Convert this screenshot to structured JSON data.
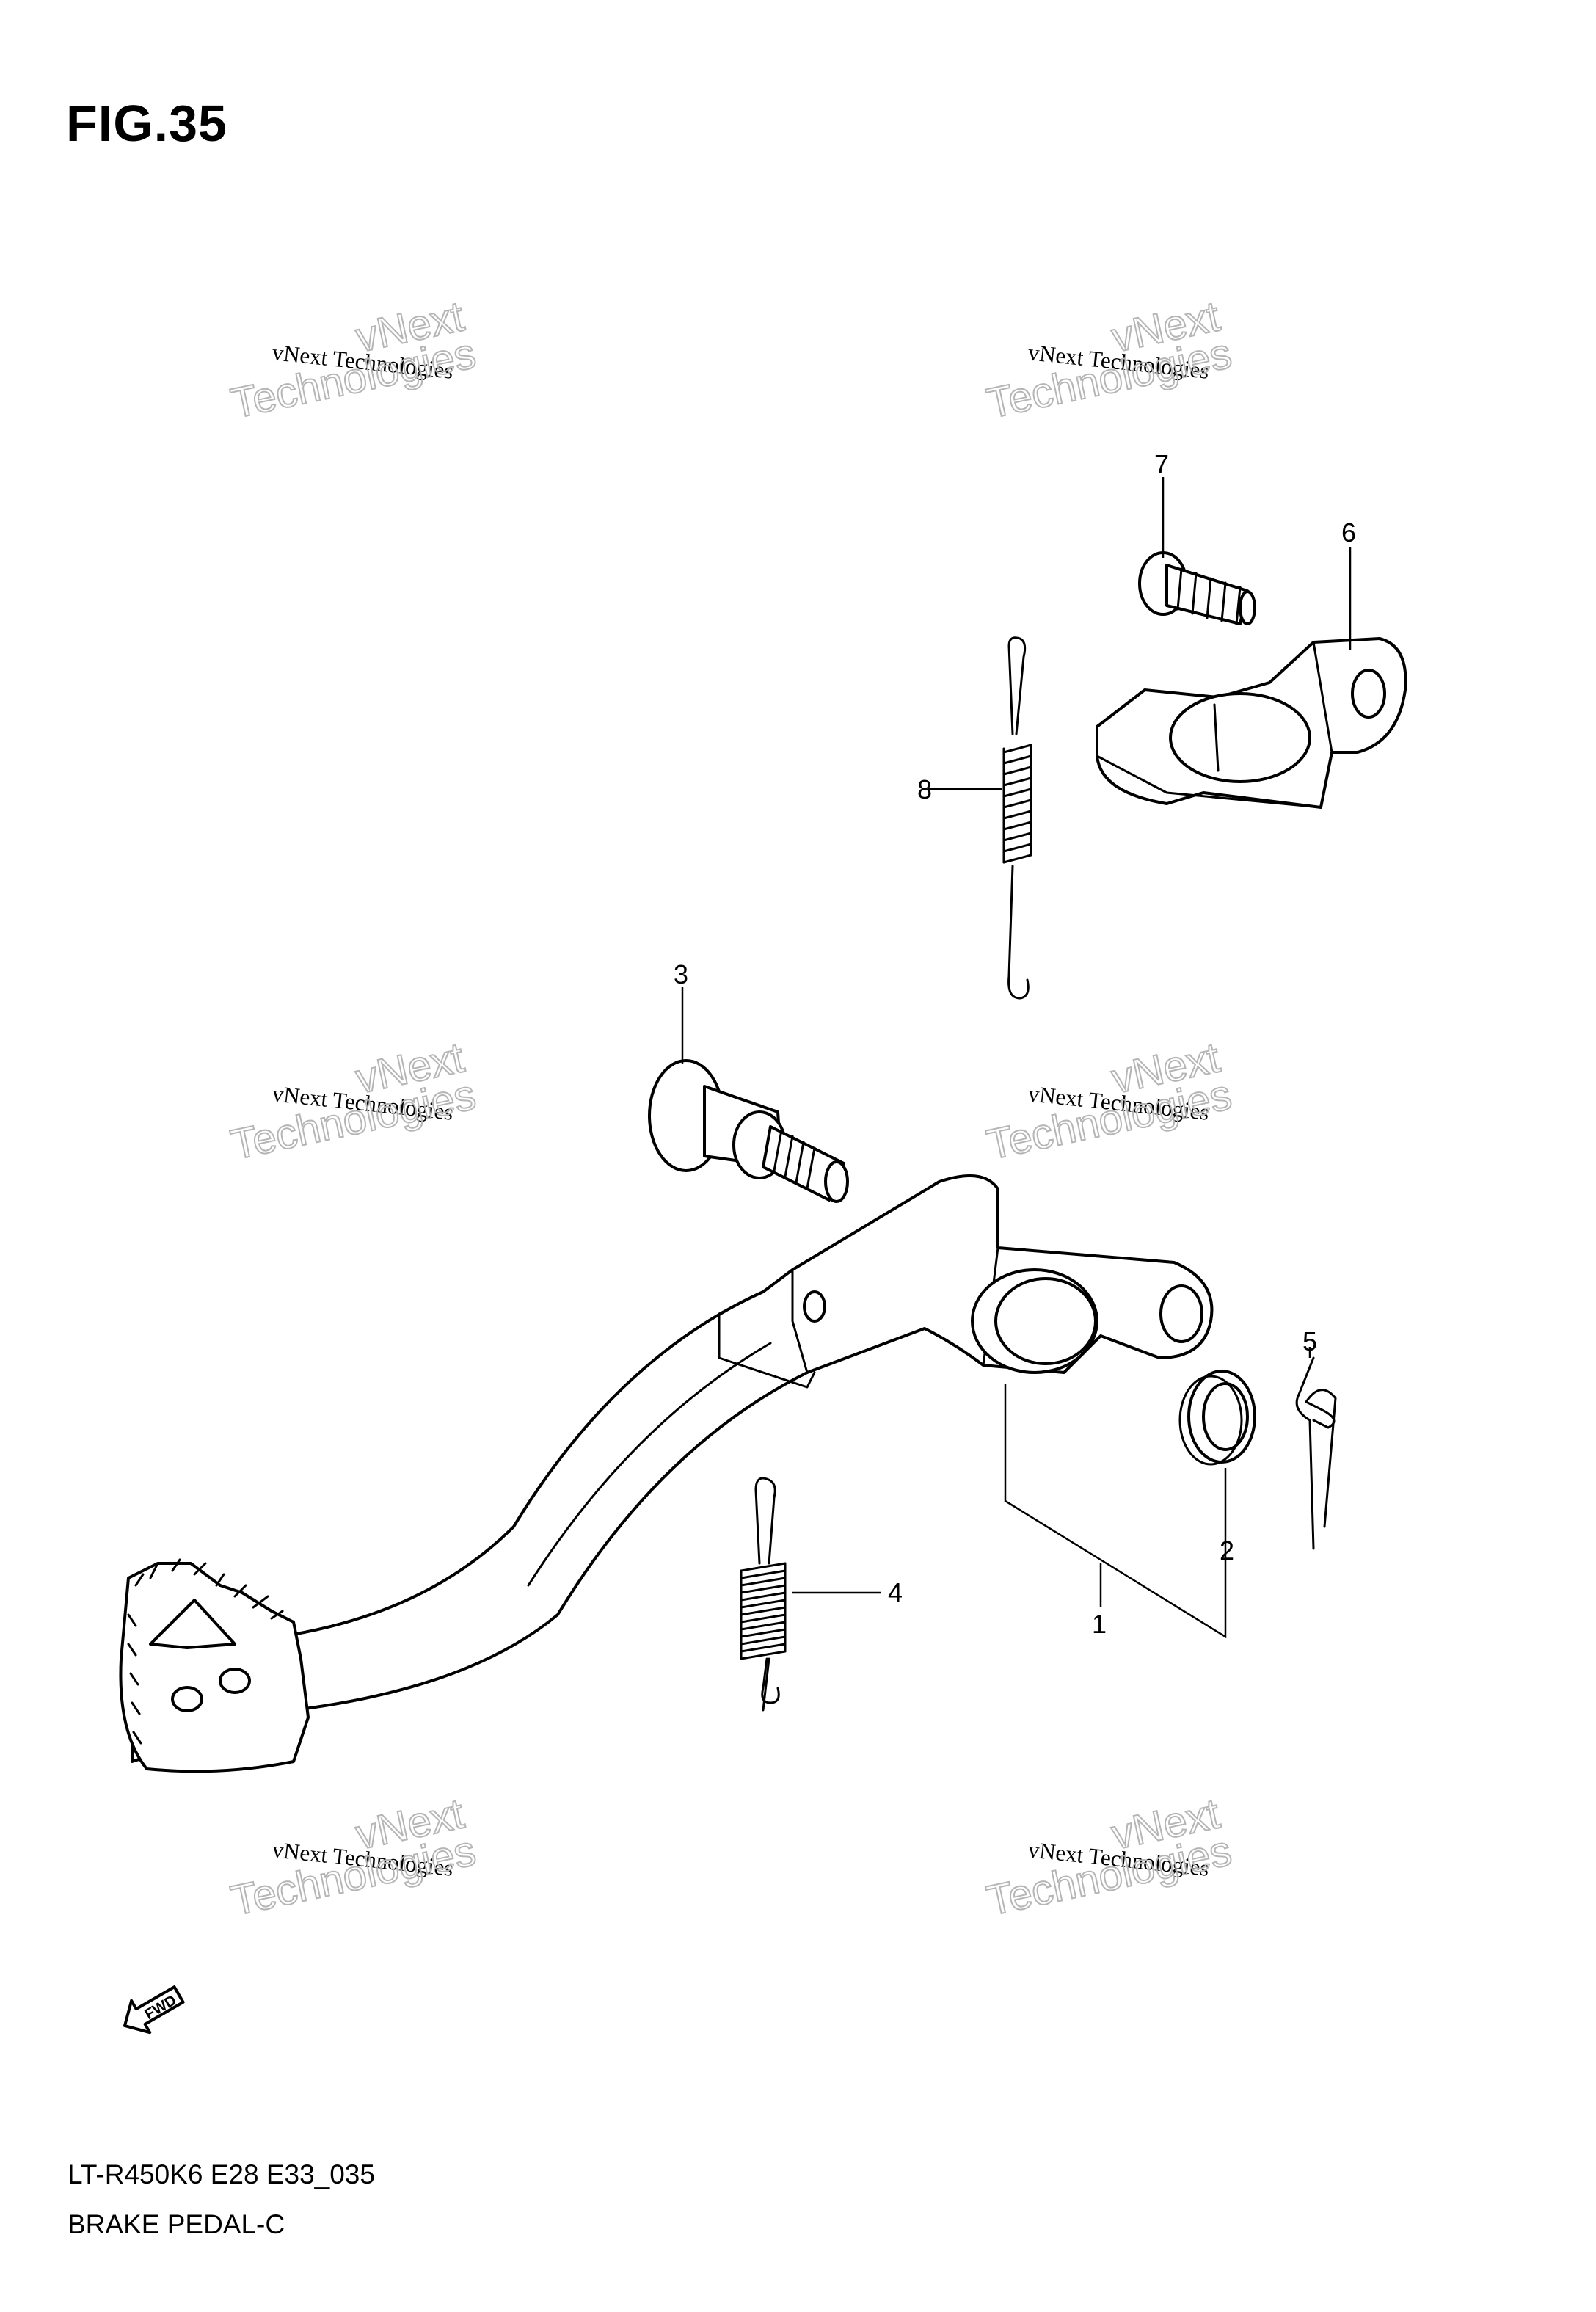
{
  "figure": {
    "title": "FIG.35"
  },
  "footer": {
    "model_code": "LT-R450K6 E28 E33_035",
    "name": "BRAKE PEDAL-C"
  },
  "callouts": {
    "c1": "1",
    "c2": "2",
    "c3": "3",
    "c4": "4",
    "c5": "5",
    "c6": "6",
    "c7": "7",
    "c8": "8"
  },
  "watermark": {
    "line1": "vNext Technologies",
    "line2": "Technologies",
    "line3": "vNext"
  },
  "fwd_label": "FWD"
}
